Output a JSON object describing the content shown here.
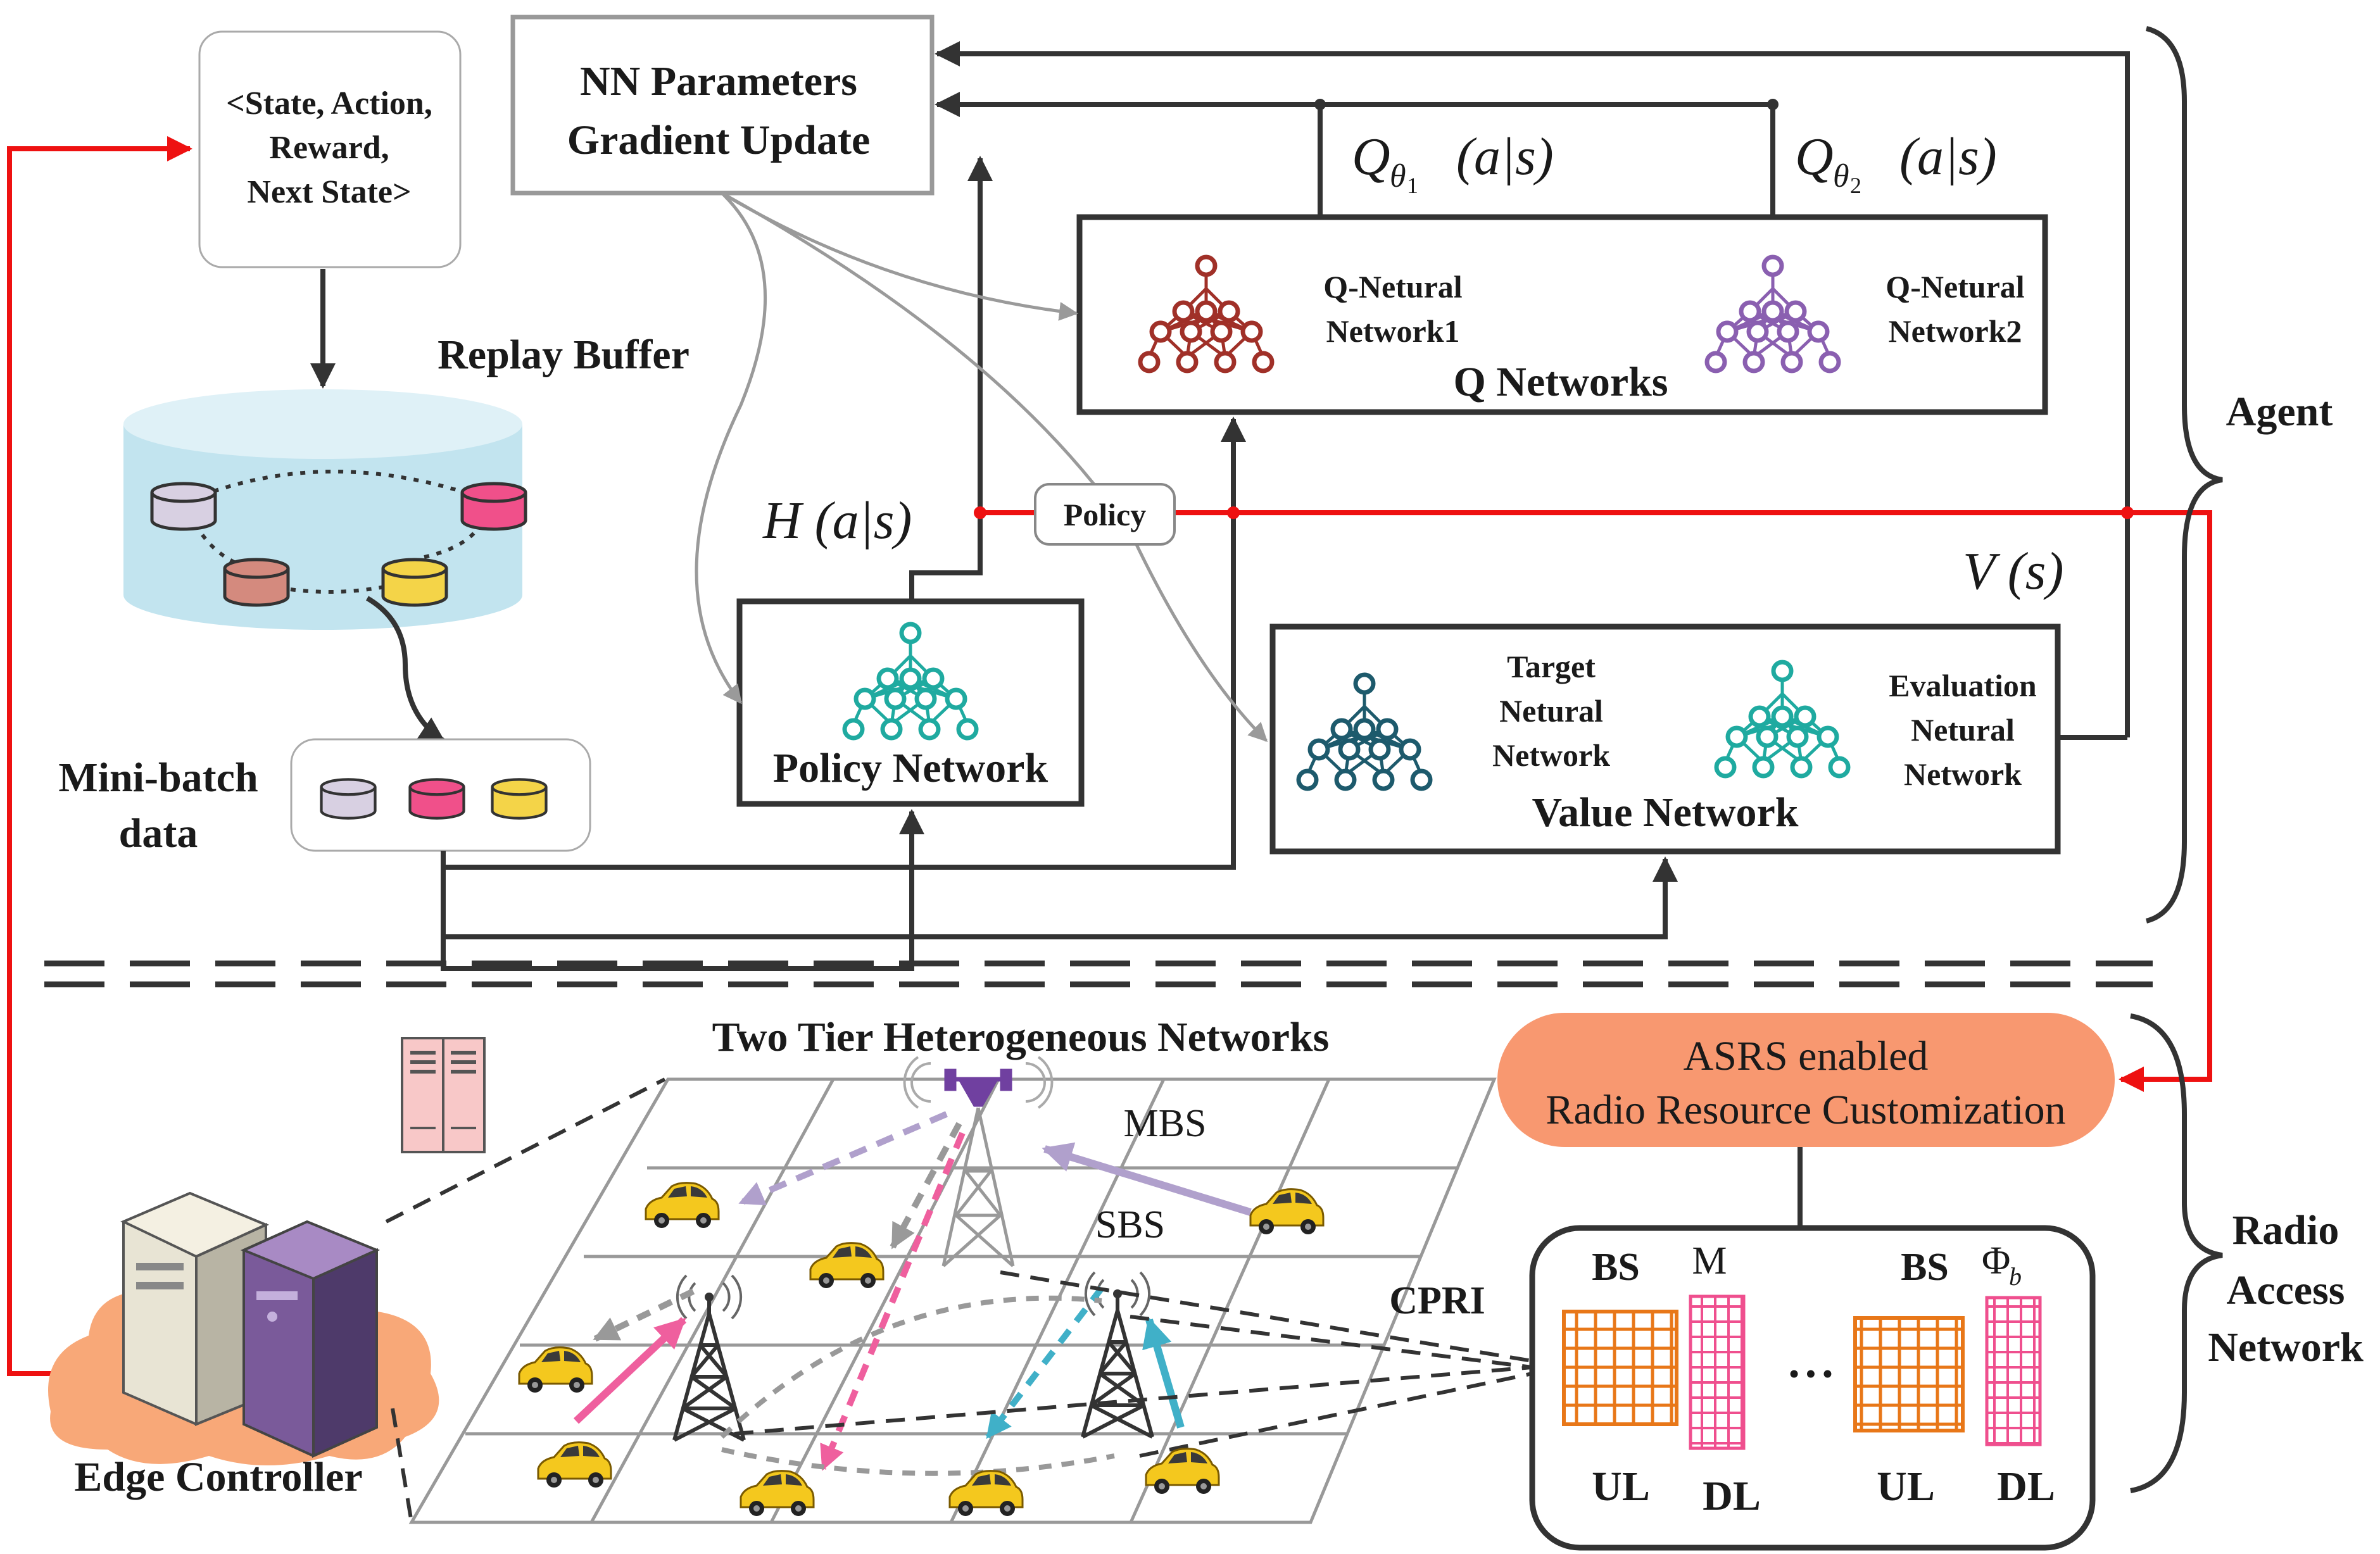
{
  "agent": {
    "nn_update": {
      "line1": "NN Parameters",
      "line2": "Gradient Update"
    },
    "transition": {
      "line1": "<State, Action,",
      "line2": "Reward,",
      "line3": "Next State>"
    },
    "replay_buffer": "Replay Buffer",
    "mini_batch": {
      "line1": "Mini-batch",
      "line2": "data"
    },
    "q_networks": {
      "title": "Q Networks",
      "net1": {
        "line1": "Q-Netural",
        "line2": "Network1"
      },
      "net2": {
        "line1": "Q-Netural",
        "line2": "Network2"
      },
      "q1_label": "Q",
      "q1_sub": "θ",
      "q1_idx": "1",
      "q1_tail": "(a|s)",
      "q2_label": "Q",
      "q2_sub": "θ",
      "q2_idx": "2",
      "q2_tail": "(a|s)"
    },
    "policy_network": "Policy Network",
    "policy_tag": "Policy",
    "entropy_label": "H (a|s)",
    "value_network": {
      "title": "Value Network",
      "target": {
        "line1": "Target",
        "line2": "Netural",
        "line3": "Network"
      },
      "evaluation": {
        "line1": "Evaluation",
        "line2": "Netural",
        "line3": "Network"
      }
    },
    "value_label": "V (s)",
    "bracket_label": "Agent"
  },
  "ran": {
    "hetnet_title": "Two Tier Heterogeneous Networks",
    "mbs": "MBS",
    "sbs": "SBS",
    "cpri": "CPRI",
    "edge_controller": "Edge Controller",
    "asrs": {
      "line1": "ASRS enabled",
      "line2": "Radio Resource Customization"
    },
    "resource": {
      "bs1": "BS",
      "m": "M",
      "bs2": "BS",
      "phi": "Φ",
      "phi_sub": "b",
      "ul1": "UL",
      "dl1": "DL",
      "ul2": "UL",
      "dl2": "DL",
      "dots": "• • •"
    },
    "bracket_label": {
      "line1": "Radio",
      "line2": "Access",
      "line3": "Network"
    }
  },
  "colors": {
    "arrow": "#333333",
    "feedback": "#ee1111",
    "q_net1": "#a03028",
    "q_net2": "#8a5fb0",
    "policy_net": "#1faaa0",
    "target_net": "#1d5a6c",
    "eval_net": "#1faaa0",
    "asrs_fill": "#f89870",
    "ul_grid": "#e87718",
    "dl_grid": "#ef4f8e",
    "cloud": "#f8a878",
    "taxi": "#f4c81e"
  }
}
